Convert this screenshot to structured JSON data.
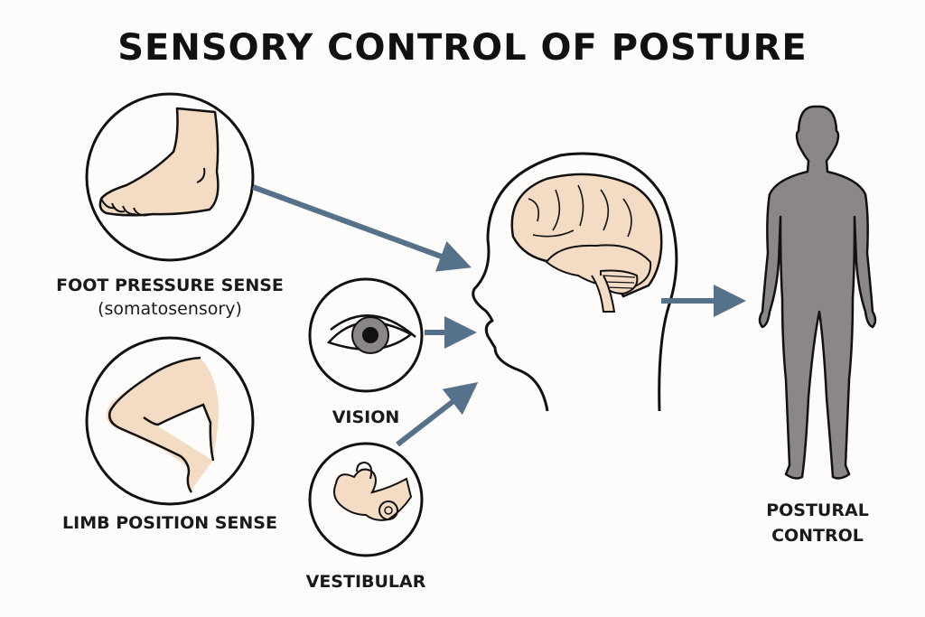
{
  "title": "SENSORY CONTROL OF POSTURE",
  "colors": {
    "skin": "#f3dcc3",
    "outline": "#111111",
    "arrow": "#56718a",
    "body_gray": "#8a8786",
    "background": "#fdfcfa"
  },
  "inputs": [
    {
      "id": "foot",
      "label": "FOOT PRESSURE SENSE",
      "sublabel": "(somatosensory)",
      "icon": "foot-icon"
    },
    {
      "id": "limb",
      "label": "LIMB POSITION SENSE",
      "icon": "bent-leg-icon"
    },
    {
      "id": "vision",
      "label": "VISION",
      "icon": "eye-icon"
    },
    {
      "id": "vestibular",
      "label": "VESTIBULAR",
      "icon": "inner-ear-icon"
    }
  ],
  "center": {
    "icon": "head-brain-icon"
  },
  "output": {
    "line1": "POSTURAL",
    "line2": "CONTROL",
    "icon": "human-body-icon"
  }
}
